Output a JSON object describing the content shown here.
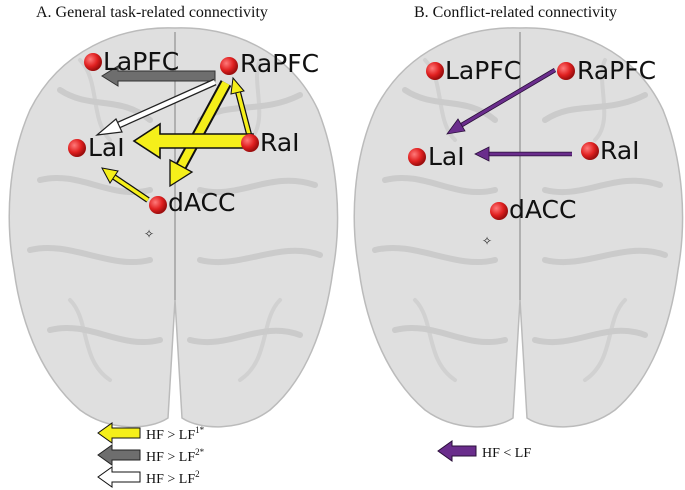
{
  "panels": {
    "a": {
      "title": "A. General task-related connectivity",
      "nodes": {
        "lapfc": "LaPFC",
        "rapfc": "RaPFC",
        "lai": "LaI",
        "rai": "RaI",
        "dacc": "dACC"
      },
      "legend": [
        {
          "text": "HF > LF",
          "sup": "1*",
          "color": "#f5ef1a"
        },
        {
          "text": "HF > LF",
          "sup": "2*",
          "color": "#6e6e6e"
        },
        {
          "text": "HF > LF",
          "sup": "2",
          "color": "#ffffff"
        }
      ]
    },
    "b": {
      "title": "B. Conflict-related connectivity",
      "nodes": {
        "lapfc": "LaPFC",
        "rapfc": "RaPFC",
        "lai": "LaI",
        "rai": "RaI",
        "dacc": "dACC"
      },
      "legend": [
        {
          "text": "HF < LF",
          "color": "#6a2d8c"
        }
      ]
    }
  },
  "colors": {
    "node": "#e02020",
    "brain": "#d8d8d8",
    "yellow_arrow": "#f5ef1a",
    "gray_arrow": "#6e6e6e",
    "white_arrow": "#ffffff",
    "purple_arrow": "#6a2d8c"
  }
}
